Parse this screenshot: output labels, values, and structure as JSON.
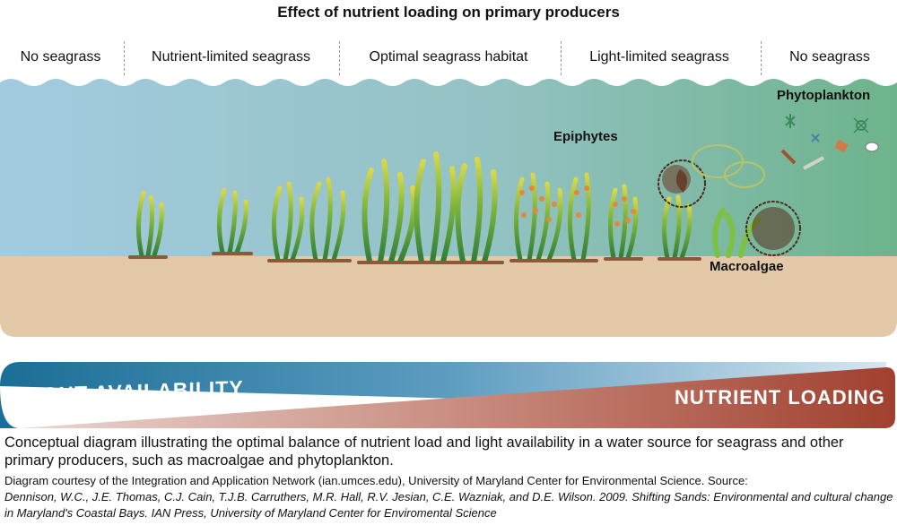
{
  "title": "Effect of nutrient loading on primary producers",
  "zones": [
    "No seagrass",
    "Nutrient-limited seagrass",
    "Optimal seagrass habitat",
    "Light-limited seagrass",
    "No seagrass"
  ],
  "labels": {
    "phytoplankton": "Phytoplankton",
    "epiphytes": "Epiphytes",
    "macroalgae": "Macroalgae"
  },
  "gauges": {
    "light": "LIGHT AVAILABILITY",
    "nutrient": "NUTRIENT LOADING"
  },
  "caption": "Conceptual diagram illustrating the optimal balance of nutrient load and light availability in a water source for seagrass and other primary producers, such as macroalgae and phytoplankton.",
  "credit_line": "Diagram courtesy of the Integration and Application Network (ian.umces.edu), University of Maryland Center for Environmental Science. Source:",
  "source_line": "Dennison, W.C., J.E. Thomas, C.J. Cain, T.J.B. Carruthers,  M.R. Hall, R.V. Jesian, C.E. Wazniak, and D.E. Wilson. 2009. Shifting Sands: Environmental and cultural change in Maryland's Coastal Bays. IAN Press, University of Maryland Center for Enviromental Science",
  "colors": {
    "water_left": "#9cc8dd",
    "water_right": "#6fb48e",
    "sediment": "#e4c9a9",
    "light_blue": "#1f7aa3",
    "nutrient_red": "#a84a3c",
    "seagrass": "#5aa03f",
    "epiphyte": "#e08a3a"
  }
}
